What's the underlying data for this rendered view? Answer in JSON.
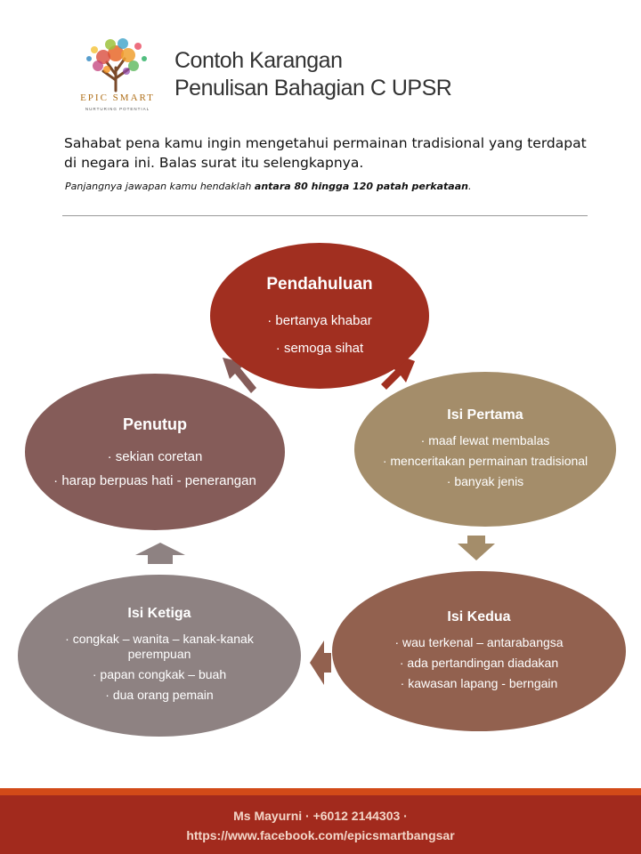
{
  "logo": {
    "name": "EPIC SMART",
    "tagline": "NURTURING POTENTIAL",
    "icon": "tree-logo-icon"
  },
  "header": {
    "title_line1": "Contoh Karangan",
    "title_line2": "Penulisan Bahagian C UPSR"
  },
  "prompt": {
    "text": "Sahabat pena kamu ingin mengetahui permainan tradisional yang terdapat di negara ini. Balas surat itu selengkapnya.",
    "instruction_prefix": "Panjangnya jawapan kamu hendaklah ",
    "instruction_bold": "antara 80 hingga 120 patah perkataan",
    "instruction_suffix": "."
  },
  "cycle": {
    "intro": {
      "title": "Pendahuluan",
      "items": [
        "· bertanya khabar",
        "· semoga sihat"
      ],
      "color": "#a12f20"
    },
    "first": {
      "title": "Isi Pertama",
      "items": [
        "· maaf lewat membalas",
        "· menceritakan permainan tradisional",
        "· banyak jenis"
      ],
      "color": "#a48d6a"
    },
    "second": {
      "title": "Isi Kedua",
      "items": [
        "· wau terkenal – antarabangsa",
        "· ada pertandingan diadakan",
        "· kawasan lapang - berngain"
      ],
      "color": "#92614f"
    },
    "third": {
      "title": "Isi Ketiga",
      "items": [
        "· congkak – wanita – kanak-kanak perempuan",
        "· papan congkak – buah",
        "· dua orang pemain"
      ],
      "color": "#8e8282"
    },
    "closing": {
      "title": "Penutup",
      "items": [
        "· sekian coretan",
        "· harap berpuas hati - penerangan"
      ],
      "color": "#855c59"
    }
  },
  "footer": {
    "line1": "Ms Mayurni · +6012 2144303 ·",
    "line2": "https://www.facebook.com/epicsmartbangsar",
    "color": "#a22a1d",
    "accent": "#d24a18"
  }
}
